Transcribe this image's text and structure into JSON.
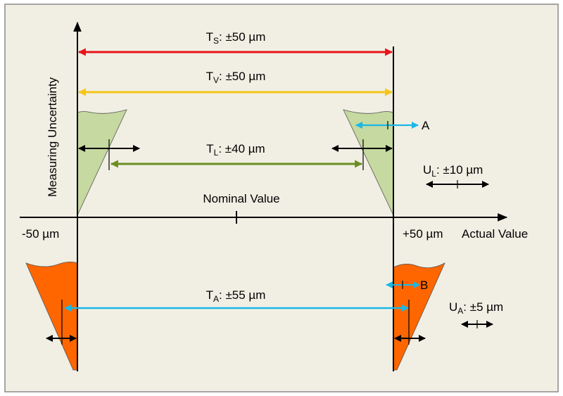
{
  "colors": {
    "background": "#f1efe4",
    "frame": "#8a8a8a",
    "axis": "#000000",
    "red": "#e8141c",
    "yellow": "#f5c518",
    "green_line": "#6b8e23",
    "green_fill": "#c5d9a0",
    "orange_fill": "#ff6600",
    "cyan": "#1ab8e6"
  },
  "axes": {
    "y_label": "Measuring Uncertainty",
    "x_label": "Actual Value",
    "nominal_label": "Nominal Value",
    "left_limit": "-50 µm",
    "right_limit": "+50 µm"
  },
  "tolerances": {
    "ts": {
      "main": "T",
      "sub": "S",
      "value": ": ±50 µm"
    },
    "tv": {
      "main": "T",
      "sub": "V",
      "value": ": ±50 µm"
    },
    "tl": {
      "main": "T",
      "sub": "L",
      "value": ": ±40 µm"
    },
    "ta": {
      "main": "T",
      "sub": "A",
      "value": ": ±55 µm"
    }
  },
  "uncertainties": {
    "ul": {
      "main": "U",
      "sub": "L",
      "value": ": ±10 µm"
    },
    "ua": {
      "main": "U",
      "sub": "A",
      "value": ": ±5 µm"
    }
  },
  "markers": {
    "a": "A",
    "b": "B"
  }
}
